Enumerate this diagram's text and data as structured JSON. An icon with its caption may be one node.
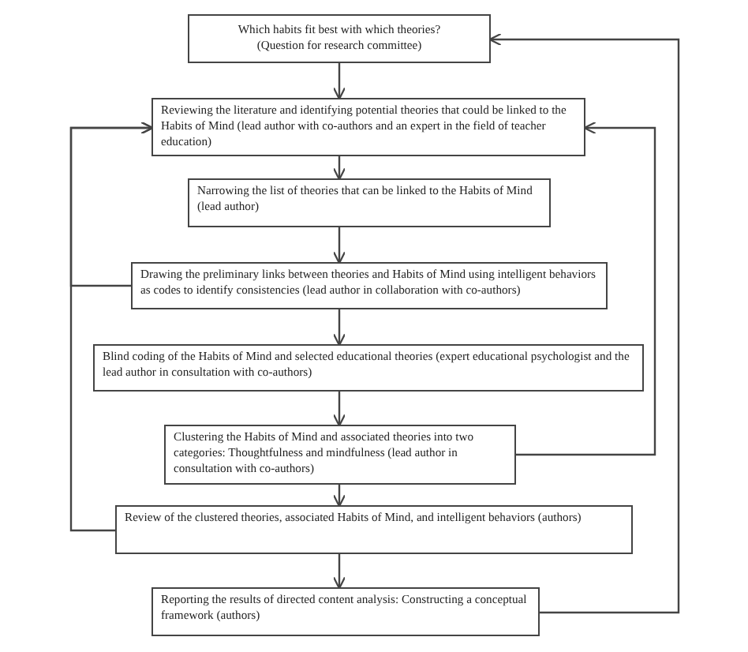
{
  "diagram": {
    "nodes": [
      {
        "text": [
          "Which habits fit best with which theories?",
          "(Question for research committee)"
        ]
      },
      {
        "text": [
          "Reviewing the literature and identifying potential theories that could be linked to the Habits of Mind (lead author with co-authors and an expert in the field of teacher education)"
        ]
      },
      {
        "text": [
          "Narrowing the list of theories that can be linked to the Habits of Mind (lead author)"
        ]
      },
      {
        "text": [
          "Drawing the preliminary links between theories and Habits of Mind using intelligent behaviors as codes to identify consistencies (lead author in collaboration with co-authors)"
        ]
      },
      {
        "text": [
          "Blind coding of the Habits of Mind and selected educational theories (expert educational psychologist and the lead author in consultation with co-authors)"
        ]
      },
      {
        "text": [
          "Clustering the Habits of Mind and associated theories into two categories: Thoughtfulness and mindfulness (lead author in consultation with co-authors)"
        ]
      },
      {
        "text": [
          "Review of the clustered theories, associated Habits of Mind, and intelligent behaviors (authors)"
        ]
      },
      {
        "text": [
          "Reporting the results of directed content analysis: Constructing a conceptual framework (authors)"
        ]
      }
    ],
    "edges": [
      {
        "from": 0,
        "to": 1,
        "arrow": "to"
      },
      {
        "from": 1,
        "to": 2,
        "arrow": "to"
      },
      {
        "from": 2,
        "to": 3,
        "arrow": "to"
      },
      {
        "from": 3,
        "to": 4,
        "arrow": "to"
      },
      {
        "from": 4,
        "to": 5,
        "arrow": "to"
      },
      {
        "from": 5,
        "to": 6,
        "arrow": "to"
      },
      {
        "from": 6,
        "to": 7,
        "arrow": "to"
      },
      {
        "from": 7,
        "to": 0,
        "arrow": "to"
      },
      {
        "from": 5,
        "to": 1,
        "arrow": "to"
      },
      {
        "from": 6,
        "to": 1,
        "arrow": "to"
      },
      {
        "from": 3,
        "to": 1,
        "arrow": "to"
      }
    ]
  }
}
